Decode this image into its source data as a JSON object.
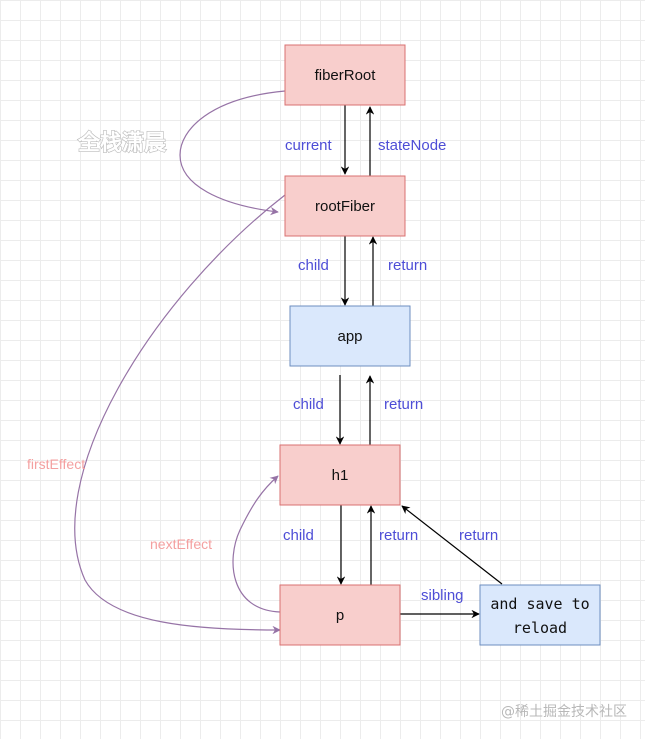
{
  "nodes": {
    "fiberRoot": "fiberRoot",
    "rootFiber": "rootFiber",
    "app": "app",
    "h1": "h1",
    "p": "p",
    "text_line1": "and save to",
    "text_line2": "reload"
  },
  "edges": {
    "current": "current",
    "stateNode": "stateNode",
    "child": "child",
    "return": "return",
    "sibling": "sibling",
    "firstEffect": "firstEffect",
    "nextEffect": "nextEffect"
  },
  "watermark": "全栈潇晨",
  "credit": "@稀土掘金技术社区",
  "colors": {
    "fiber_fill": "#f8cecc",
    "fiber_stroke": "#d97070",
    "dom_fill": "#dae8fc",
    "dom_stroke": "#6c8ebf",
    "edge_label": "#4d4dd6",
    "effect_line": "#9673a6",
    "effect_label": "#f4a0a0"
  }
}
